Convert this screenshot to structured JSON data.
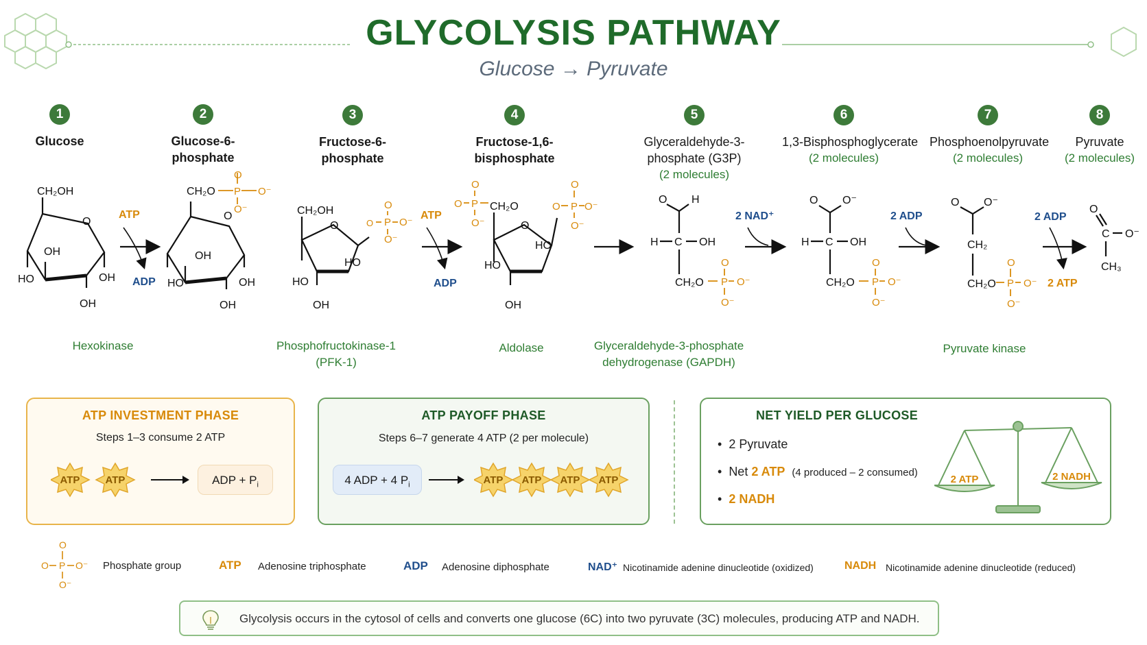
{
  "header": {
    "title": "GLYCOLYSIS PATHWAY",
    "subtitle": "Glucose → Pyruvate"
  },
  "steps": [
    {
      "num": "1",
      "name": "Glucose",
      "sub": ""
    },
    {
      "num": "2",
      "name": "Glucose-6-",
      "name2": "phosphate",
      "sub": ""
    },
    {
      "num": "3",
      "name": "Fructose-6-",
      "name2": "phosphate",
      "sub": ""
    },
    {
      "num": "4",
      "name": "Fructose-1,6-",
      "name2": "bisphosphate",
      "sub": ""
    },
    {
      "num": "5",
      "name": "Glyceraldehyde-3-",
      "name2": "phosphate (G3P)",
      "sub": "(2 molecules)"
    },
    {
      "num": "6",
      "name": "1,3-Bisphosphoglycerate",
      "sub": "(2 molecules)"
    },
    {
      "num": "7",
      "name": "Phosphoenolpyruvate",
      "sub": "(2 molecules)"
    },
    {
      "num": "8",
      "name": "Pyruvate",
      "sub": "(2 molecules)"
    }
  ],
  "reactions": {
    "r1": {
      "in": "ATP",
      "out": "ADP"
    },
    "r3": {
      "in": "ATP",
      "out": "ADP"
    },
    "r5": {
      "in": "2 NAD⁺"
    },
    "r6": {
      "in": "2 ADP"
    },
    "r7": {
      "in": "2 ADP",
      "out": "2 ATP"
    }
  },
  "enzymes": {
    "hexokinase": "Hexokinase",
    "pfk_line1": "Phosphofructokinase-1",
    "pfk_line2": "(PFK-1)",
    "aldolase": "Aldolase",
    "gapdh_line1": "Glyceraldehyde-3-phosphate",
    "gapdh_line2": "dehydrogenase (GAPDH)",
    "pyruvate_kinase": "Pyruvate kinase"
  },
  "investment": {
    "title": "ATP INVESTMENT PHASE",
    "text": "Steps 1–3 consume 2 ATP",
    "atp_label": "ATP",
    "product": "ADP  +  P",
    "product_sub": "i"
  },
  "payoff": {
    "title": "ATP PAYOFF PHASE",
    "text": "Steps 6–7 generate 4 ATP (2 per molecule)",
    "reactant": "4 ADP + 4 P",
    "reactant_sub": "i",
    "atp_label": "ATP"
  },
  "net_yield": {
    "title": "NET YIELD PER GLUCOSE",
    "item1": "2 Pyruvate",
    "item2_prefix": "Net ",
    "item2_value": "2 ATP",
    "item2_note": "(4 produced – 2 consumed)",
    "item3": "2 NADH",
    "scale_left": "2 ATP",
    "scale_right": "2 NADH"
  },
  "legend": {
    "phosphate": "Phosphate group",
    "atp_key": "ATP",
    "atp_label": "Adenosine triphosphate",
    "adp_key": "ADP",
    "adp_label": "Adenosine diphosphate",
    "nad_key": "NAD⁺",
    "nad_label": "Nicotinamide adenine dinucleotide (oxidized)",
    "nadh_key": "NADH",
    "nadh_label": "Nicotinamide adenine dinucleotide (reduced)"
  },
  "footer": {
    "text": "Glycolysis occurs in the cytosol of cells and converts one glucose (6C) into two pyruvate (3C) molecules, producing ATP and NADH.",
    "icon": "lightbulb-icon"
  },
  "colors": {
    "green": "#2e7d32",
    "orange": "#d88a0a",
    "navy": "#1f4e8c",
    "investment_border": "#e8b44a",
    "payoff_border": "#6aa060"
  }
}
